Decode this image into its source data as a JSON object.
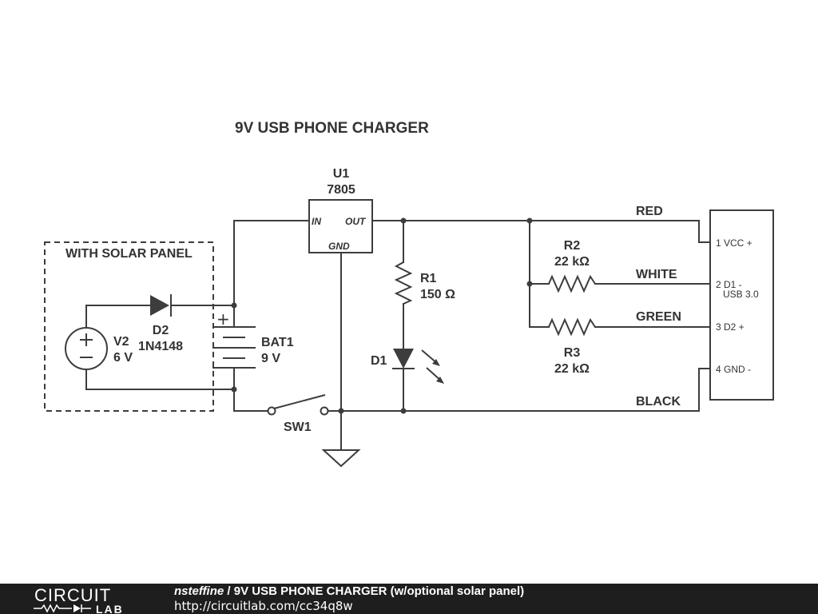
{
  "title": "9V USB PHONE CHARGER",
  "solar_panel": {
    "label": "WITH SOLAR PANEL"
  },
  "components": {
    "u1": {
      "ref": "U1",
      "value": "7805",
      "pin_in": "IN",
      "pin_out": "OUT",
      "pin_gnd": "GND"
    },
    "r1": {
      "ref": "R1",
      "value": "150 Ω"
    },
    "r2": {
      "ref": "R2",
      "value": "22 kΩ"
    },
    "r3": {
      "ref": "R3",
      "value": "22 kΩ"
    },
    "d1": {
      "ref": "D1"
    },
    "d2": {
      "ref": "D2",
      "value": "1N4148"
    },
    "v2": {
      "ref": "V2",
      "value": "6 V"
    },
    "bat1": {
      "ref": "BAT1",
      "value": "9 V",
      "plus": "+"
    },
    "sw1": {
      "ref": "SW1"
    }
  },
  "wires": {
    "red": "RED",
    "white": "WHITE",
    "green": "GREEN",
    "black": "BLACK"
  },
  "usb": {
    "pin1": "1 VCC +",
    "pin2": "2 D1 -",
    "pin2b": "USB 3.0",
    "pin3": "3 D2 +",
    "pin4": "4 GND -"
  },
  "footer": {
    "logo_top": "CIRCUIT",
    "logo_bottom": "LAB",
    "author": "nsteffine",
    "separator": " / ",
    "project_title": "9V USB PHONE CHARGER (w/optional solar panel)",
    "url": "http://circuitlab.com/cc34q8w"
  }
}
